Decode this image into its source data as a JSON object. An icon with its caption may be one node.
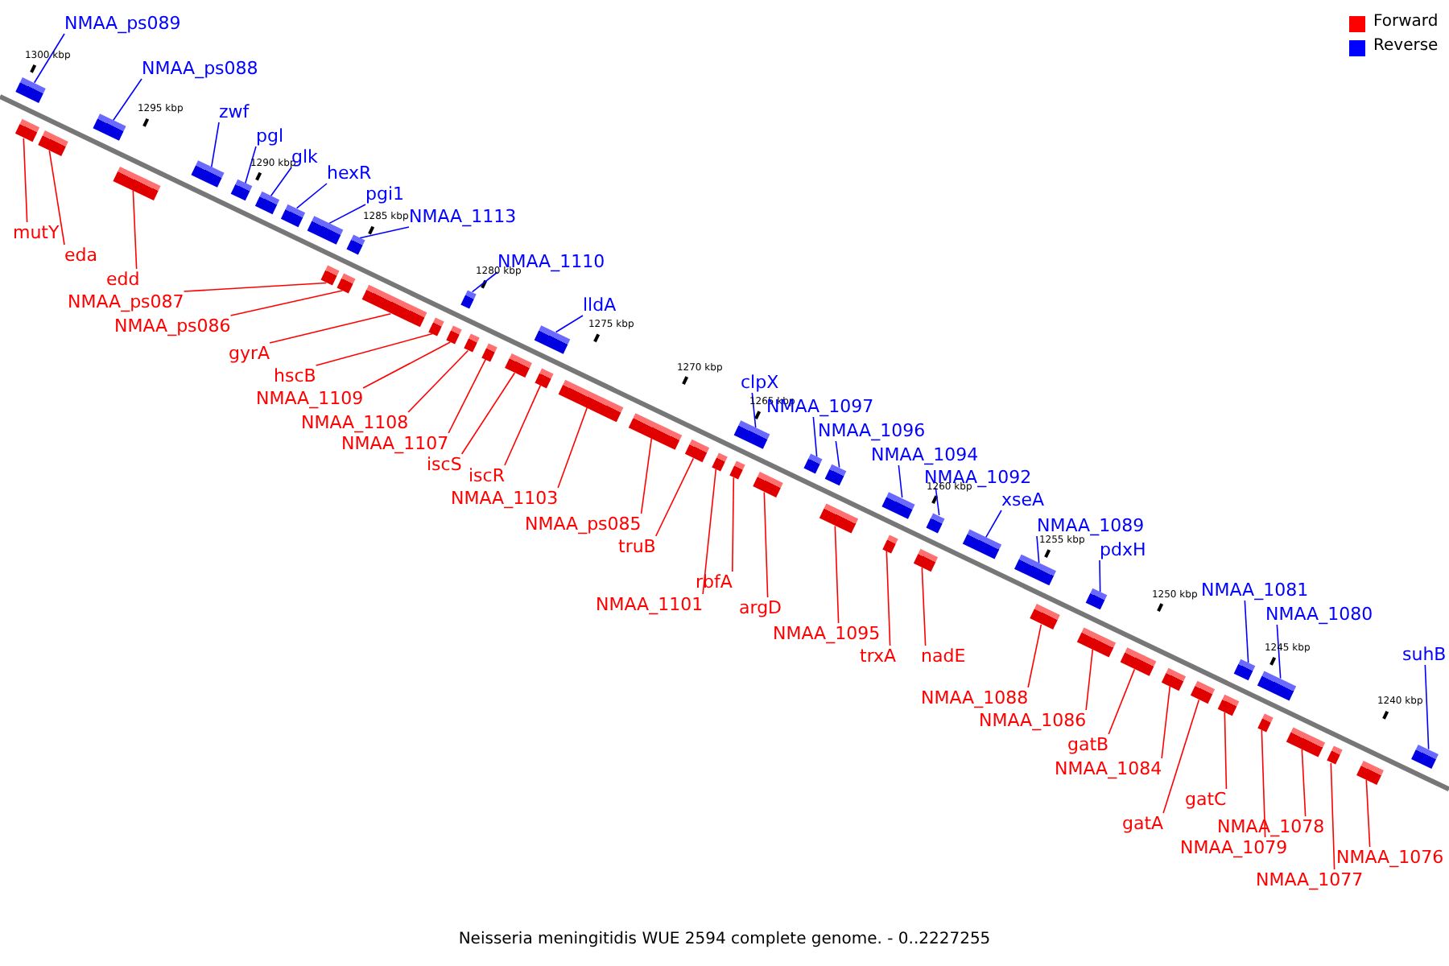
{
  "diagram": {
    "caption": "Neisseria meningitidis WUE 2594 complete genome. - 0..2227255",
    "nodes": [
      {
        "text": [
          "NMAA_ps089"
        ]
      },
      {
        "text": [],
        "shape": "bar"
      },
      {
        "text": [
          "mutY"
        ]
      },
      {
        "text": [],
        "shape": "bar"
      },
      {
        "text": [
          "eda"
        ]
      },
      {
        "text": [],
        "shape": "bar"
      },
      {
        "text": [
          "NMAA_ps088"
        ]
      },
      {
        "text": [],
        "shape": "bar"
      },
      {
        "text": [
          "edd"
        ]
      },
      {
        "text": [],
        "shape": "bar"
      },
      {
        "text": [
          "zwf"
        ]
      },
      {
        "text": [],
        "shape": "bar"
      },
      {
        "text": [
          "pgl"
        ]
      },
      {
        "text": [],
        "shape": "bar"
      },
      {
        "text": [
          "glk"
        ]
      },
      {
        "text": [],
        "shape": "bar"
      },
      {
        "text": [
          "hexR"
        ]
      },
      {
        "text": [],
        "shape": "bar"
      },
      {
        "text": [
          "pgi1"
        ]
      },
      {
        "text": [],
        "shape": "bar"
      },
      {
        "text": [
          "NMAA_1113"
        ]
      },
      {
        "text": [],
        "shape": "bar"
      },
      {
        "text": [
          "NMAA_ps087"
        ]
      },
      {
        "text": [],
        "shape": "bar"
      },
      {
        "text": [
          "NMAA_ps086"
        ]
      },
      {
        "text": [],
        "shape": "bar"
      },
      {
        "text": [
          "gyrA"
        ]
      },
      {
        "text": [],
        "shape": "bar"
      },
      {
        "text": [
          "hscB"
        ]
      },
      {
        "text": [],
        "shape": "bar"
      },
      {
        "text": [
          "NMAA_1109"
        ]
      },
      {
        "text": [],
        "shape": "bar"
      },
      {
        "text": [
          "NMAA_1110"
        ]
      },
      {
        "text": [],
        "shape": "bar"
      },
      {
        "text": [
          "NMAA_1108"
        ]
      },
      {
        "text": [],
        "shape": "bar"
      },
      {
        "text": [
          "NMAA_1107"
        ]
      },
      {
        "text": [],
        "shape": "bar"
      },
      {
        "text": [
          "iscS"
        ]
      },
      {
        "text": [],
        "shape": "bar"
      },
      {
        "text": [
          "iscR"
        ]
      },
      {
        "text": [],
        "shape": "bar"
      },
      {
        "text": [
          "lldA"
        ]
      },
      {
        "text": [],
        "shape": "bar"
      },
      {
        "text": [
          "NMAA_1103"
        ]
      },
      {
        "text": [],
        "shape": "bar"
      },
      {
        "text": [
          "NMAA_ps085"
        ]
      },
      {
        "text": [],
        "shape": "bar"
      },
      {
        "text": [
          "truB"
        ]
      },
      {
        "text": [],
        "shape": "bar"
      },
      {
        "text": [
          "NMAA_1101"
        ]
      },
      {
        "text": [],
        "shape": "bar"
      },
      {
        "text": [
          "rbfA"
        ]
      },
      {
        "text": [],
        "shape": "bar"
      },
      {
        "text": [
          "clpX"
        ]
      },
      {
        "text": [],
        "shape": "bar"
      },
      {
        "text": [
          "argD"
        ]
      },
      {
        "text": [],
        "shape": "bar"
      },
      {
        "text": [
          "NMAA_1097"
        ]
      },
      {
        "text": [],
        "shape": "bar"
      },
      {
        "text": [
          "NMAA_1096"
        ]
      },
      {
        "text": [],
        "shape": "bar"
      },
      {
        "text": [
          "NMAA_1095"
        ]
      },
      {
        "text": [],
        "shape": "bar"
      },
      {
        "text": [
          "NMAA_1094"
        ]
      },
      {
        "text": [],
        "shape": "bar"
      },
      {
        "text": [
          "trxA"
        ]
      },
      {
        "text": [],
        "shape": "bar"
      },
      {
        "text": [
          "NMAA_1092"
        ]
      },
      {
        "text": [],
        "shape": "bar"
      },
      {
        "text": [
          "nadE"
        ]
      },
      {
        "text": [],
        "shape": "bar"
      },
      {
        "text": [
          "xseA"
        ]
      },
      {
        "text": [],
        "shape": "bar"
      },
      {
        "text": [
          "NMAA_1089"
        ]
      },
      {
        "text": [],
        "shape": "bar"
      },
      {
        "text": [
          "NMAA_1088"
        ]
      },
      {
        "text": [],
        "shape": "bar"
      },
      {
        "text": [
          "pdxH"
        ]
      },
      {
        "text": [],
        "shape": "bar"
      },
      {
        "text": [
          "NMAA_1086"
        ]
      },
      {
        "text": [],
        "shape": "bar"
      },
      {
        "text": [
          "gatB"
        ]
      },
      {
        "text": [],
        "shape": "bar"
      },
      {
        "text": [
          "NMAA_1084"
        ]
      },
      {
        "text": [],
        "shape": "bar"
      },
      {
        "text": [
          "gatA"
        ]
      },
      {
        "text": [],
        "shape": "bar"
      },
      {
        "text": [
          "gatC"
        ]
      },
      {
        "text": [],
        "shape": "bar"
      },
      {
        "text": [
          "NMAA_1081"
        ]
      },
      {
        "text": [],
        "shape": "bar"
      },
      {
        "text": [
          "NMAA_1080"
        ]
      },
      {
        "text": [],
        "shape": "bar"
      },
      {
        "text": [
          "NMAA_1079"
        ]
      },
      {
        "text": [],
        "shape": "bar"
      },
      {
        "text": [
          "NMAA_1078"
        ]
      },
      {
        "text": [],
        "shape": "bar"
      },
      {
        "text": [
          "NMAA_1077"
        ]
      },
      {
        "text": [],
        "shape": "bar"
      },
      {
        "text": [
          "NMAA_1076"
        ]
      },
      {
        "text": [],
        "shape": "bar"
      },
      {
        "text": [
          "suhB"
        ]
      },
      {
        "text": [],
        "shape": "bar"
      }
    ],
    "edges": [
      {
        "from": 0,
        "to": 1,
        "arrow": "none",
        "color": "#0000ff"
      },
      {
        "from": 2,
        "to": 3,
        "arrow": "none"
      },
      {
        "from": 4,
        "to": 5,
        "arrow": "none"
      },
      {
        "from": 6,
        "to": 7,
        "arrow": "none",
        "color": "#0000ff"
      },
      {
        "from": 8,
        "to": 9,
        "arrow": "none"
      },
      {
        "from": 10,
        "to": 11,
        "arrow": "none",
        "color": "#0000ff"
      },
      {
        "from": 12,
        "to": 13,
        "arrow": "none",
        "color": "#0000ff"
      },
      {
        "from": 14,
        "to": 15,
        "arrow": "none",
        "color": "#0000ff"
      },
      {
        "from": 16,
        "to": 17,
        "arrow": "none",
        "color": "#0000ff"
      },
      {
        "from": 18,
        "to": 19,
        "arrow": "none",
        "color": "#0000ff"
      },
      {
        "from": 20,
        "to": 21,
        "arrow": "none",
        "color": "#0000ff"
      },
      {
        "from": 22,
        "to": 23,
        "arrow": "none"
      },
      {
        "from": 24,
        "to": 25,
        "arrow": "none"
      },
      {
        "from": 26,
        "to": 27,
        "arrow": "none"
      },
      {
        "from": 28,
        "to": 29,
        "arrow": "none"
      },
      {
        "from": 30,
        "to": 31,
        "arrow": "none"
      },
      {
        "from": 32,
        "to": 33,
        "arrow": "none",
        "color": "#0000ff"
      },
      {
        "from": 34,
        "to": 35,
        "arrow": "none"
      },
      {
        "from": 36,
        "to": 37,
        "arrow": "none"
      },
      {
        "from": 38,
        "to": 39,
        "arrow": "none"
      },
      {
        "from": 40,
        "to": 41,
        "arrow": "none"
      },
      {
        "from": 42,
        "to": 43,
        "arrow": "none",
        "color": "#0000ff"
      },
      {
        "from": 44,
        "to": 45,
        "arrow": "none"
      },
      {
        "from": 46,
        "to": 47,
        "arrow": "none"
      },
      {
        "from": 48,
        "to": 49,
        "arrow": "none"
      },
      {
        "from": 50,
        "to": 51,
        "arrow": "none"
      },
      {
        "from": 52,
        "to": 53,
        "arrow": "none"
      },
      {
        "from": 54,
        "to": 55,
        "arrow": "none",
        "color": "#0000ff"
      },
      {
        "from": 56,
        "to": 57,
        "arrow": "none"
      },
      {
        "from": 58,
        "to": 59,
        "arrow": "none",
        "color": "#0000ff"
      },
      {
        "from": 60,
        "to": 61,
        "arrow": "none",
        "color": "#0000ff"
      },
      {
        "from": 62,
        "to": 63,
        "arrow": "none"
      },
      {
        "from": 64,
        "to": 65,
        "arrow": "none",
        "color": "#0000ff"
      },
      {
        "from": 66,
        "to": 67,
        "arrow": "none"
      },
      {
        "from": 68,
        "to": 69,
        "arrow": "none",
        "color": "#0000ff"
      },
      {
        "from": 70,
        "to": 71,
        "arrow": "none"
      },
      {
        "from": 72,
        "to": 73,
        "arrow": "none",
        "color": "#0000ff"
      },
      {
        "from": 74,
        "to": 75,
        "arrow": "none",
        "color": "#0000ff"
      },
      {
        "from": 76,
        "to": 77,
        "arrow": "none"
      },
      {
        "from": 78,
        "to": 79,
        "arrow": "none",
        "color": "#0000ff"
      },
      {
        "from": 80,
        "to": 81,
        "arrow": "none"
      },
      {
        "from": 82,
        "to": 83,
        "arrow": "none"
      },
      {
        "from": 84,
        "to": 85,
        "arrow": "none"
      },
      {
        "from": 86,
        "to": 87,
        "arrow": "none"
      },
      {
        "from": 88,
        "to": 89,
        "arrow": "none"
      },
      {
        "from": 90,
        "to": 91,
        "arrow": "none",
        "color": "#0000ff"
      },
      {
        "from": 92,
        "to": 93,
        "arrow": "none",
        "color": "#0000ff"
      },
      {
        "from": 94,
        "to": 95,
        "arrow": "none"
      },
      {
        "from": 96,
        "to": 97,
        "arrow": "none"
      },
      {
        "from": 98,
        "to": 99,
        "arrow": "none"
      },
      {
        "from": 100,
        "to": 101,
        "arrow": "none"
      },
      {
        "from": 102,
        "to": 103,
        "arrow": "none",
        "color": "#0000ff"
      }
    ],
    "labels": [
      "1300 kbp",
      "1295 kbp",
      "1290 kbp",
      "1285 kbp",
      "1280 kbp",
      "1275 kbp",
      "1270 kbp",
      "1265 kbp",
      "1260 kbp",
      "1255 kbp",
      "1250 kbp",
      "1245 kbp",
      "1240 kbp"
    ],
    "legend": [
      {
        "text": "Forward",
        "color": "#ff0000"
      },
      {
        "text": "Reverse",
        "color": "#0000ff"
      }
    ]
  }
}
